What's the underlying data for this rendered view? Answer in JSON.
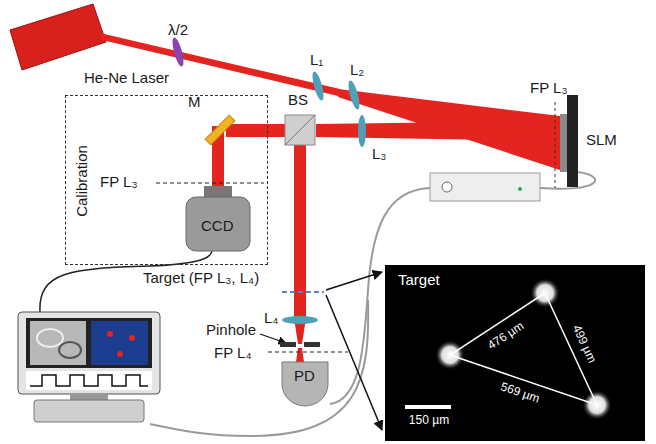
{
  "diagram": {
    "nodes": [
      {
        "text": [
          "Calibration"
        ]
      },
      {
        "text": [
          "Target",
          "476 µm",
          "499 µm",
          "569 µm",
          "150 µm"
        ]
      }
    ],
    "labels": [
      "He-Ne Laser",
      "λ/2",
      "L₁",
      "L₂",
      "FP L₃",
      "SLM",
      "M",
      "BS",
      "L₃",
      "FP L₃",
      "CCD",
      "Target (FP L₃, L₄)",
      "L₄",
      "Pinhole",
      "FP L₄",
      "PD"
    ]
  }
}
